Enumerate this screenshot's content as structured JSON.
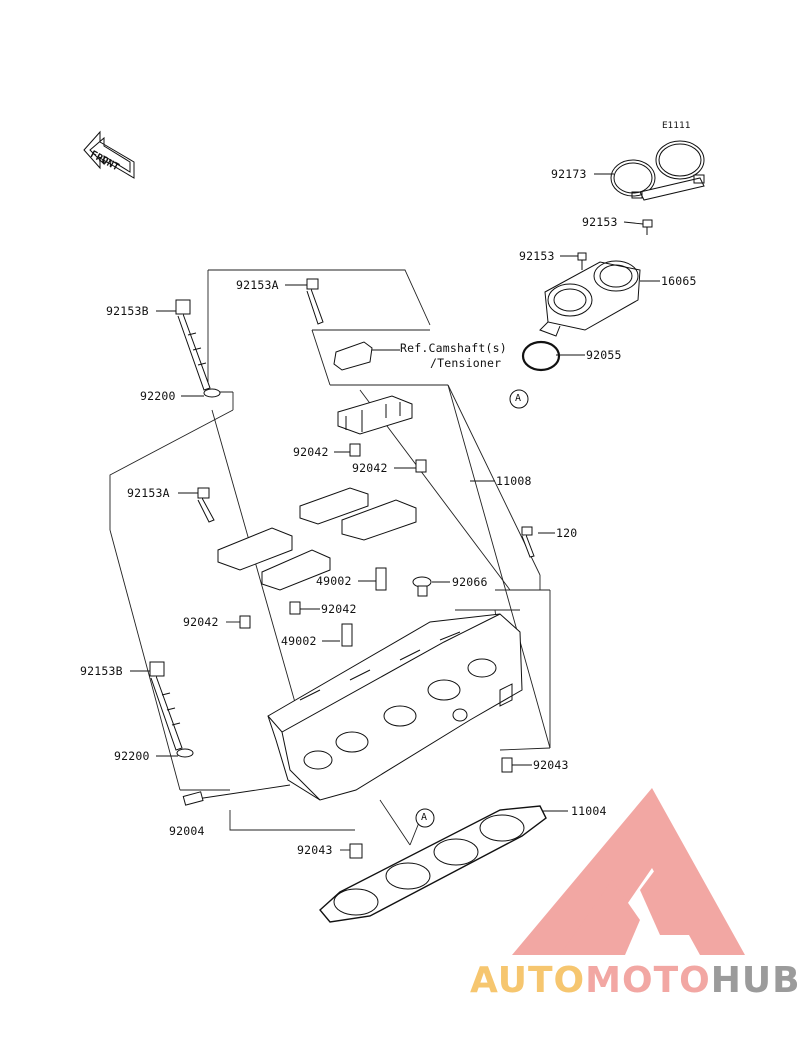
{
  "diagram_code": "E1111",
  "front_label": "FRONT",
  "reference_note": {
    "line1": "Ref.Camshaft(s)",
    "line2": "/Tensioner"
  },
  "callout_marker": "A",
  "part_labels": {
    "p92173": "92173",
    "p92153_top": "92153",
    "p92153_mid": "92153",
    "p16065": "16065",
    "p92055": "92055",
    "p92153A_top": "92153A",
    "p92153B_top": "92153B",
    "p92200_top": "92200",
    "p92042_a": "92042",
    "p92042_b": "92042",
    "p11008": "11008",
    "p92153A_mid": "92153A",
    "p120": "120",
    "p49002_a": "49002",
    "p92066": "92066",
    "p92042_c": "92042",
    "p92042_d": "92042",
    "p49002_b": "49002",
    "p92153B_low": "92153B",
    "p92200_low": "92200",
    "p92043_right": "92043",
    "p92004": "92004",
    "p11004": "11004",
    "p92043_low": "92043"
  },
  "watermark": {
    "part1": "AUTO",
    "part2": "MOTO",
    "part3": "HUB",
    "color_gold": "#f6c66f",
    "color_pink": "#f2a7a3",
    "color_gray": "#9b9b9b"
  }
}
